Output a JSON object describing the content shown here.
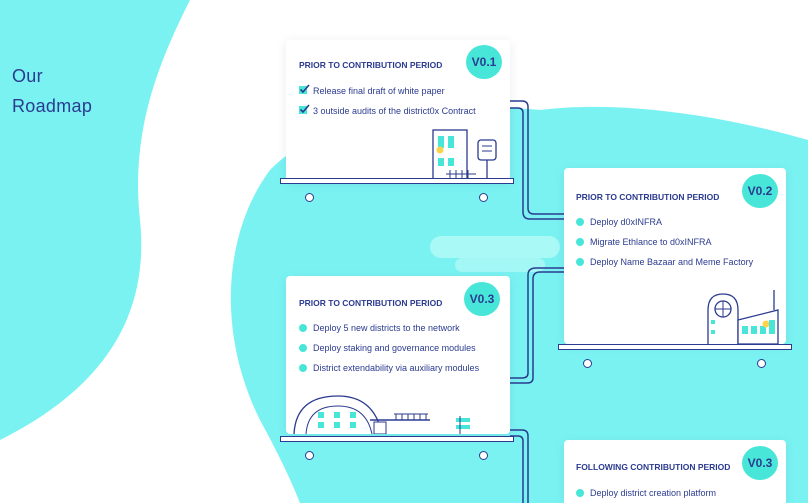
{
  "page": {
    "heading_line1": "Our",
    "heading_line2": "Roadmap",
    "colors": {
      "accent": "#47e6d8",
      "background": "#7af2f2",
      "text": "#2b3b8f"
    }
  },
  "cards": [
    {
      "title": "PRIOR TO CONTRIBUTION PERIOD",
      "badge": "V0.1",
      "bullet_style": "check",
      "items": [
        "Release final draft of white paper",
        "3 outside audits of the district0x Contract"
      ]
    },
    {
      "title": "PRIOR TO CONTRIBUTION PERIOD",
      "badge": "V0.2",
      "bullet_style": "dot",
      "items": [
        "Deploy d0xINFRA",
        "Migrate Ethlance to d0xINFRA",
        "Deploy Name Bazaar and Meme Factory"
      ]
    },
    {
      "title": "PRIOR TO CONTRIBUTION PERIOD",
      "badge": "V0.3",
      "bullet_style": "dot",
      "items": [
        "Deploy 5 new districts to the network",
        "Deploy staking and governance modules",
        "District extendability via auxiliary modules"
      ]
    },
    {
      "title": "FOLLOWING CONTRIBUTION PERIOD",
      "badge": "V0.3",
      "bullet_style": "dot",
      "items": [
        "Deploy district creation platform"
      ]
    }
  ]
}
